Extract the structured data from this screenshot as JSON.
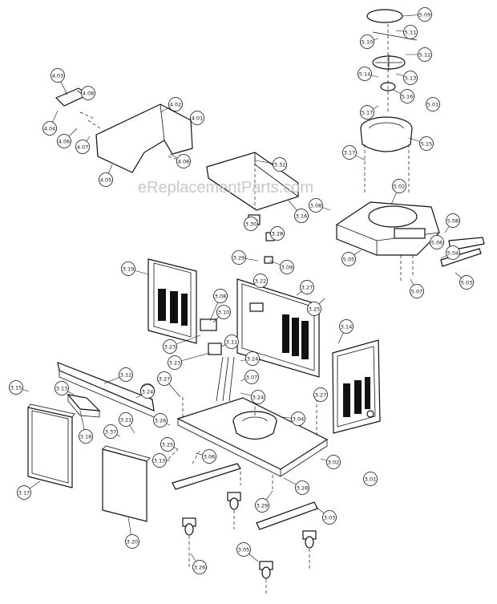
{
  "watermark": "eReplacementParts.com",
  "callouts": [
    {
      "id": "4.03"
    },
    {
      "id": "4.08"
    },
    {
      "id": "4.04"
    },
    {
      "id": "4.06"
    },
    {
      "id": "4.07"
    },
    {
      "id": "4.05"
    },
    {
      "id": "4.02"
    },
    {
      "id": "4.01"
    },
    {
      "id": "4.08"
    },
    {
      "id": "3.32"
    },
    {
      "id": "3.16"
    },
    {
      "id": "3.30"
    },
    {
      "id": "3.28"
    },
    {
      "id": "3.29"
    },
    {
      "id": "3.09"
    },
    {
      "id": "3.08"
    },
    {
      "id": "5.09"
    },
    {
      "id": "5.10"
    },
    {
      "id": "5.11"
    },
    {
      "id": "5.12"
    },
    {
      "id": "5.14"
    },
    {
      "id": "5.13"
    },
    {
      "id": "5.16"
    },
    {
      "id": "5.17"
    },
    {
      "id": "5.01"
    },
    {
      "id": "5.15"
    },
    {
      "id": "3.17"
    },
    {
      "id": "5.02"
    },
    {
      "id": "5.08"
    },
    {
      "id": "5.06"
    },
    {
      "id": "5.05"
    },
    {
      "id": "5.04"
    },
    {
      "id": "5.07"
    },
    {
      "id": "5.03"
    },
    {
      "id": "3.19"
    },
    {
      "id": "3.22"
    },
    {
      "id": "3.27"
    },
    {
      "id": "3.25"
    },
    {
      "id": "3.08"
    },
    {
      "id": "3.10"
    },
    {
      "id": "3.23"
    },
    {
      "id": "3.11"
    },
    {
      "id": "3.23"
    },
    {
      "id": "3.24"
    },
    {
      "id": "3.24"
    },
    {
      "id": "3.07"
    },
    {
      "id": "3.27"
    },
    {
      "id": "3.24"
    },
    {
      "id": "3.27"
    },
    {
      "id": "3.14"
    },
    {
      "id": "3.12"
    },
    {
      "id": "3.15"
    },
    {
      "id": "3.13"
    },
    {
      "id": "3.24"
    },
    {
      "id": "3.18"
    },
    {
      "id": "3.21"
    },
    {
      "id": "3.26"
    },
    {
      "id": "3.37"
    },
    {
      "id": "3.04"
    },
    {
      "id": "3.25"
    },
    {
      "id": "3.13"
    },
    {
      "id": "3.06"
    },
    {
      "id": "3.02"
    },
    {
      "id": "3.28"
    },
    {
      "id": "3.29"
    },
    {
      "id": "3.01"
    },
    {
      "id": "3.17"
    },
    {
      "id": "3.20"
    },
    {
      "id": "3.03"
    },
    {
      "id": "3.26"
    },
    {
      "id": "3.05"
    }
  ]
}
